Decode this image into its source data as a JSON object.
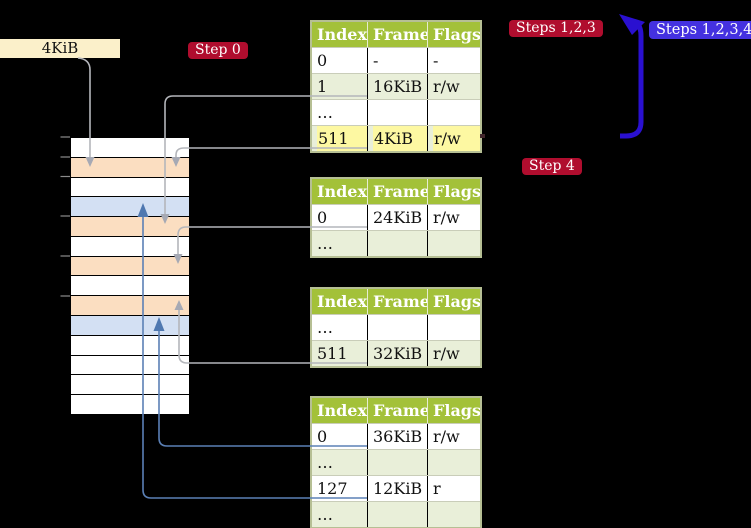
{
  "labels": {
    "page_size": "4KiB"
  },
  "badges": {
    "step0": "Step 0",
    "steps123": "Steps 1,2,3",
    "steps1234": "Steps 1,2,3,4",
    "step4": "Step 4"
  },
  "tables": [
    {
      "name": "page-table-level-1",
      "headers": [
        "Index",
        "Frame",
        "Flags"
      ],
      "rows": [
        {
          "cells": [
            "0",
            "-",
            "-"
          ],
          "shade": false,
          "hl": false
        },
        {
          "cells": [
            "1",
            "16KiB",
            "r/w"
          ],
          "shade": true,
          "hl": false
        },
        {
          "cells": [
            "…",
            "",
            ""
          ],
          "shade": false,
          "hl": false
        },
        {
          "cells": [
            "511",
            "4KiB",
            "r/w"
          ],
          "shade": true,
          "hl": true
        }
      ]
    },
    {
      "name": "page-table-level-2",
      "headers": [
        "Index",
        "Frame",
        "Flags"
      ],
      "rows": [
        {
          "cells": [
            "0",
            "24KiB",
            "r/w"
          ],
          "shade": false,
          "hl": false
        },
        {
          "cells": [
            "…",
            "",
            ""
          ],
          "shade": true,
          "hl": false
        }
      ]
    },
    {
      "name": "page-table-level-3",
      "headers": [
        "Index",
        "Frame",
        "Flags"
      ],
      "rows": [
        {
          "cells": [
            "…",
            "",
            ""
          ],
          "shade": false,
          "hl": false
        },
        {
          "cells": [
            "511",
            "32KiB",
            "r/w"
          ],
          "shade": true,
          "hl": false
        }
      ]
    },
    {
      "name": "page-table-level-4",
      "headers": [
        "Index",
        "Frame",
        "Flags"
      ],
      "rows": [
        {
          "cells": [
            "0",
            "36KiB",
            "r/w"
          ],
          "shade": false,
          "hl": false
        },
        {
          "cells": [
            "…",
            "",
            ""
          ],
          "shade": true,
          "hl": false
        },
        {
          "cells": [
            "127",
            "12KiB",
            "r"
          ],
          "shade": false,
          "hl": false
        },
        {
          "cells": [
            "…",
            "",
            ""
          ],
          "shade": true,
          "hl": false
        }
      ]
    }
  ],
  "memory": {
    "rows": [
      {
        "color": "white"
      },
      {
        "color": "orange"
      },
      {
        "color": "white"
      },
      {
        "color": "blue"
      },
      {
        "color": "orange"
      },
      {
        "color": "white"
      },
      {
        "color": "orange"
      },
      {
        "color": "white"
      },
      {
        "color": "orange"
      },
      {
        "color": "blue"
      },
      {
        "color": "white"
      },
      {
        "color": "white"
      },
      {
        "color": "white"
      },
      {
        "color": "white"
      }
    ]
  },
  "colors": {
    "table_header_green": "#a3c139",
    "table_shade_green": "#e9efd9",
    "highlight_yellow": "#fdf8a2",
    "frame_orange": "#fbdec1",
    "frame_blue": "#d3e0f3",
    "label_wheat": "#fbf0ca",
    "badge_red": "#b00d2e",
    "badge_blue": "#4431e0",
    "arrow_gray": "#b4b6bb",
    "arrow_steel_blue": "#5b80b6",
    "arrow_thick_blue": "#2a10d0"
  }
}
